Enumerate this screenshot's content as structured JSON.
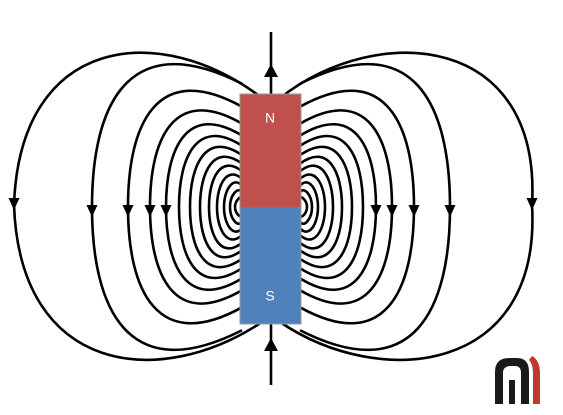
{
  "magnet": {
    "north_label": "N",
    "south_label": "S",
    "north_color": "#c0504d",
    "south_color": "#4f81bd",
    "border_color": "#9a9a9a"
  },
  "field_lines": {
    "color": "#000000",
    "arrow_direction_sides": "down",
    "arrow_direction_axis": "up"
  },
  "logo": {
    "name": "brand-logo-icon",
    "colors": [
      "#1a1a1a",
      "#c0392b"
    ]
  }
}
